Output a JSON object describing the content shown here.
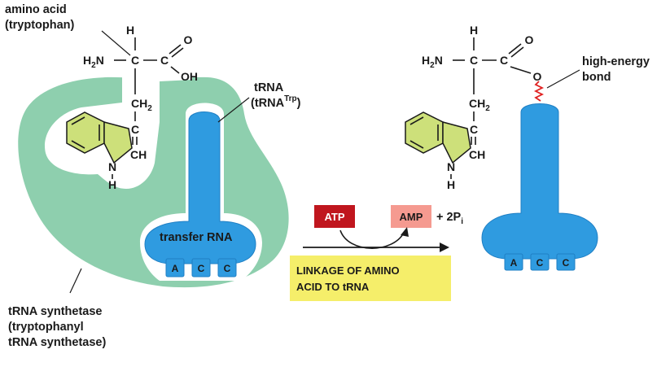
{
  "labels": {
    "amino_acid_line1": "amino acid",
    "amino_acid_line2": "(tryptophan)",
    "trna_line1": "tRNA",
    "trna_line2": "(tRNA",
    "trna_sup": "Trp",
    "trna_close": ")",
    "transfer_rna": "transfer RNA",
    "synthetase_line1": "tRNA synthetase",
    "synthetase_line2": "(tryptophanyl",
    "synthetase_line3": "tRNA synthetase)",
    "high_energy_line1": "high-energy",
    "high_energy_line2": "bond"
  },
  "reaction": {
    "atp": "ATP",
    "amp": "AMP",
    "plus_2p": "+ 2P",
    "p_sub": "i",
    "linkage_line1": "LINKAGE OF AMINO",
    "linkage_line2": "ACID TO tRNA"
  },
  "anticodon": [
    "A",
    "C",
    "C"
  ],
  "atoms": {
    "H": "H",
    "H2N": "H",
    "H2N_sub": "2",
    "H2N_tail": "N",
    "C": "C",
    "O": "O",
    "OH": "OH",
    "CH2": "CH",
    "CH2_sub": "2",
    "CH": "CH",
    "N": "N"
  },
  "colors": {
    "enzyme": "#8ecfae",
    "trna": "#2f9be0",
    "trna_dark": "#1f7fc4",
    "ring": "#cde07a",
    "atp": "#c0161e",
    "amp": "#f59a90",
    "linkage_box": "#f5ee6a",
    "bond_zigzag": "#e02020"
  }
}
